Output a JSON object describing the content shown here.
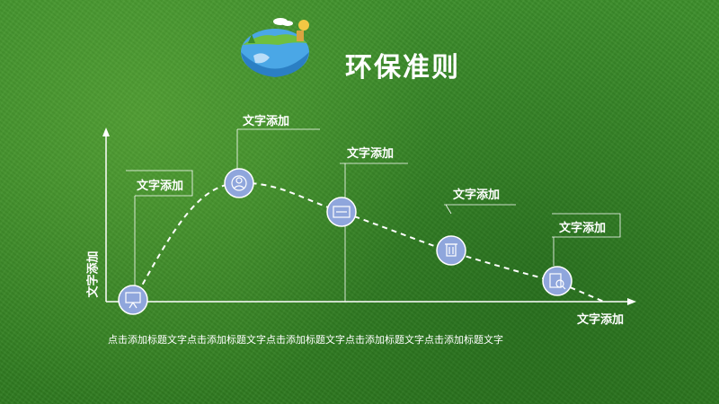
{
  "title": "环保准则",
  "x_axis_label": "文字添加",
  "y_axis_label": "文字添加",
  "caption": "点击添加标题文字点击添加标题文字点击添加标题文字点击添加标题文字点击添加标题文字",
  "nodes": [
    {
      "label": "文字添加",
      "icon": "presentation-board-icon"
    },
    {
      "label": "文字添加",
      "icon": "user-icon"
    },
    {
      "label": "文字添加",
      "icon": "monitor-icon"
    },
    {
      "label": "文字添加",
      "icon": "trash-icon"
    },
    {
      "label": "文字添加",
      "icon": "search-document-icon"
    }
  ],
  "colors": {
    "node_fill": "#8fa6dc",
    "line": "#ffffff"
  }
}
